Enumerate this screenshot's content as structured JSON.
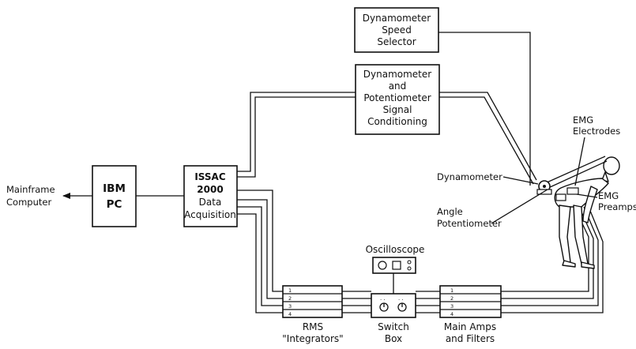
{
  "blocks": {
    "speed_selector": [
      "Dynamometer",
      "Speed",
      "Selector"
    ],
    "signal_conditioning": [
      "Dynamometer",
      "and",
      "Potentiometer",
      "Signal",
      "Conditioning"
    ],
    "issac": [
      "ISSAC",
      "2000",
      "Data",
      "Acquisition"
    ],
    "ibm_pc": [
      "IBM",
      "PC"
    ],
    "mainframe": [
      "Mainframe",
      "Computer"
    ]
  },
  "labels": {
    "oscilloscope": "Oscilloscope",
    "emg_electrodes": [
      "EMG",
      "Electrodes"
    ],
    "emg_preamps": [
      "EMG",
      "Preamps"
    ],
    "dynamometer": "Dynamometer",
    "angle_potentiometer": [
      "Angle",
      "Potentiometer"
    ],
    "rms_integrators": [
      "RMS",
      "\"Integrators\""
    ],
    "switch_box": [
      "Switch",
      "Box"
    ],
    "main_amps_filters": [
      "Main Amps",
      "and Filters"
    ]
  },
  "channels": [
    "1",
    "2",
    "3",
    "4"
  ]
}
